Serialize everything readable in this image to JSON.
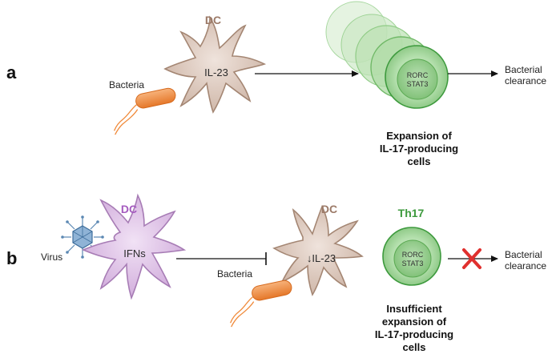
{
  "panels": {
    "a": {
      "label": "a",
      "dc_label": "DC",
      "dc_cytokine": "IL-23",
      "bacteria_label": "Bacteria",
      "cell_marker_1": "RORC",
      "cell_marker_2": "STAT3",
      "outcome_line1": "Bacterial",
      "outcome_line2": "clearance",
      "caption": [
        "Expansion of",
        "IL-17-producing",
        "cells"
      ]
    },
    "b": {
      "label": "b",
      "dc1_label": "DC",
      "dc1_cytokine": "IFNs",
      "virus_label": "Virus",
      "dc2_label": "DC",
      "dc2_cytokine": "↓IL-23",
      "bacteria_label": "Bacteria",
      "th17_label": "Th17",
      "cell_marker_1": "RORC",
      "cell_marker_2": "STAT3",
      "outcome_line1": "Bacterial",
      "outcome_line2": "clearance",
      "caption": [
        "Insufficient",
        "expansion of",
        "IL-17-producing",
        "cells"
      ]
    }
  },
  "colors": {
    "dc_tan": "#d9c4b8",
    "dc_tan_stroke": "#a48673",
    "dc_purple": "#dcbfe3",
    "dc_purple_stroke": "#a77cb5",
    "dc_label_tan": "#9c7a68",
    "dc_label_purple": "#a55bbf",
    "bacteria_orange": "#f08a3a",
    "th17_green": "#3d9a3d",
    "cell_green_fill": "#9fd39a",
    "cell_green_stroke": "#3d9a3d",
    "virus_blue": "#5b88b3",
    "block_red": "#e0302e"
  }
}
